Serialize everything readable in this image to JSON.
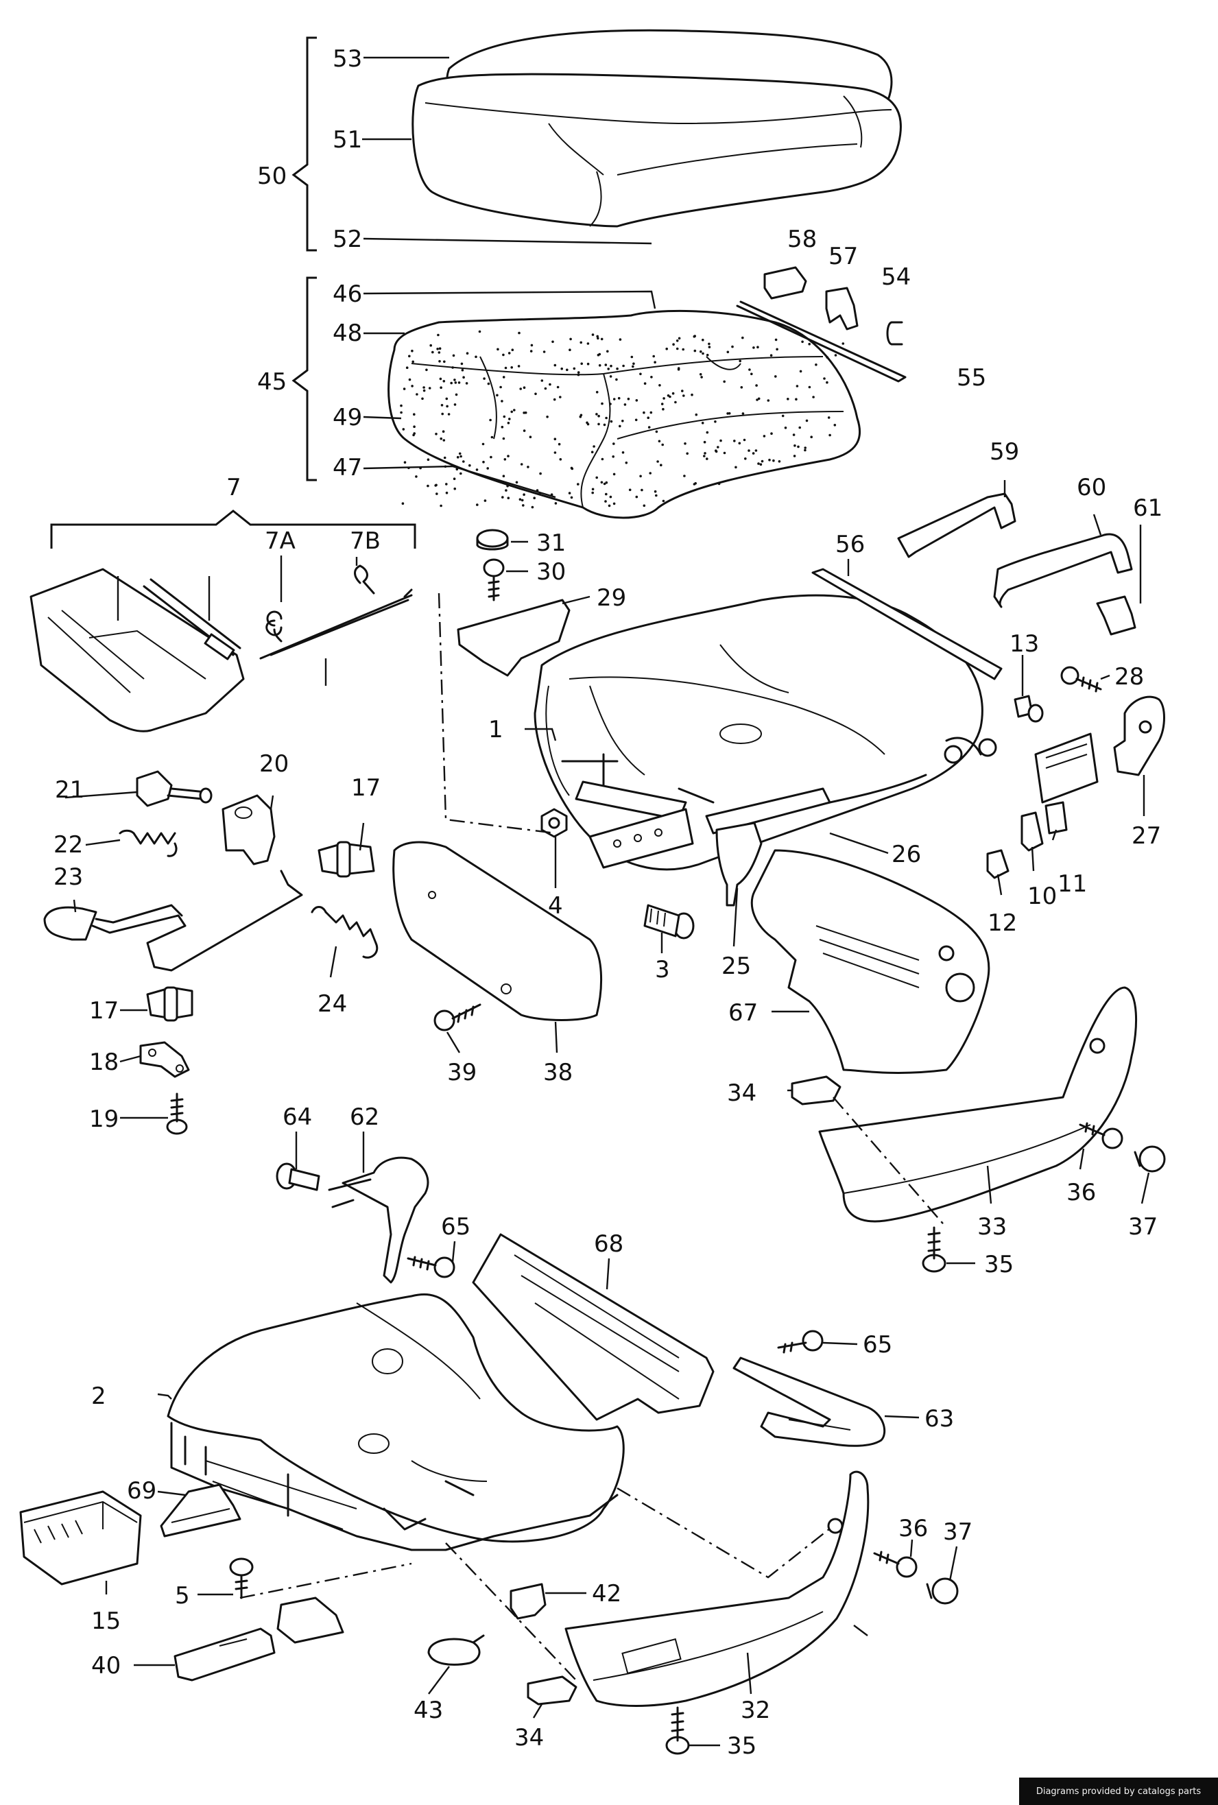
{
  "diagram": {
    "labels": {
      "p1": "1",
      "p2": "2",
      "p3": "3",
      "p4": "4",
      "p5": "5",
      "p7": "7",
      "p7A": "7A",
      "p7B": "7B",
      "p10": "10",
      "p11": "11",
      "p12": "12",
      "p13": "13",
      "p15": "15",
      "p17a": "17",
      "p17b": "17",
      "p18": "18",
      "p19": "19",
      "p20": "20",
      "p21": "21",
      "p22": "22",
      "p23": "23",
      "p24": "24",
      "p25": "25",
      "p26": "26",
      "p27": "27",
      "p28": "28",
      "p29": "29",
      "p30": "30",
      "p31": "31",
      "p32": "32",
      "p33": "33",
      "p34a": "34",
      "p34b": "34",
      "p35a": "35",
      "p35b": "35",
      "p36a": "36",
      "p36b": "36",
      "p37a": "37",
      "p37b": "37",
      "p38": "38",
      "p39": "39",
      "p40": "40",
      "p42": "42",
      "p43": "43",
      "p45": "45",
      "p46": "46",
      "p47": "47",
      "p48": "48",
      "p49": "49",
      "p50": "50",
      "p51": "51",
      "p52": "52",
      "p53": "53",
      "p54": "54",
      "p55": "55",
      "p56": "56",
      "p57": "57",
      "p58": "58",
      "p59": "59",
      "p60": "60",
      "p61": "61",
      "p62": "62",
      "p63": "63",
      "p64": "64",
      "p65a": "65",
      "p65b": "65",
      "p67": "67",
      "p68": "68",
      "p69": "69"
    }
  },
  "footer": {
    "credit": "Diagrams provided by catalogs parts"
  }
}
